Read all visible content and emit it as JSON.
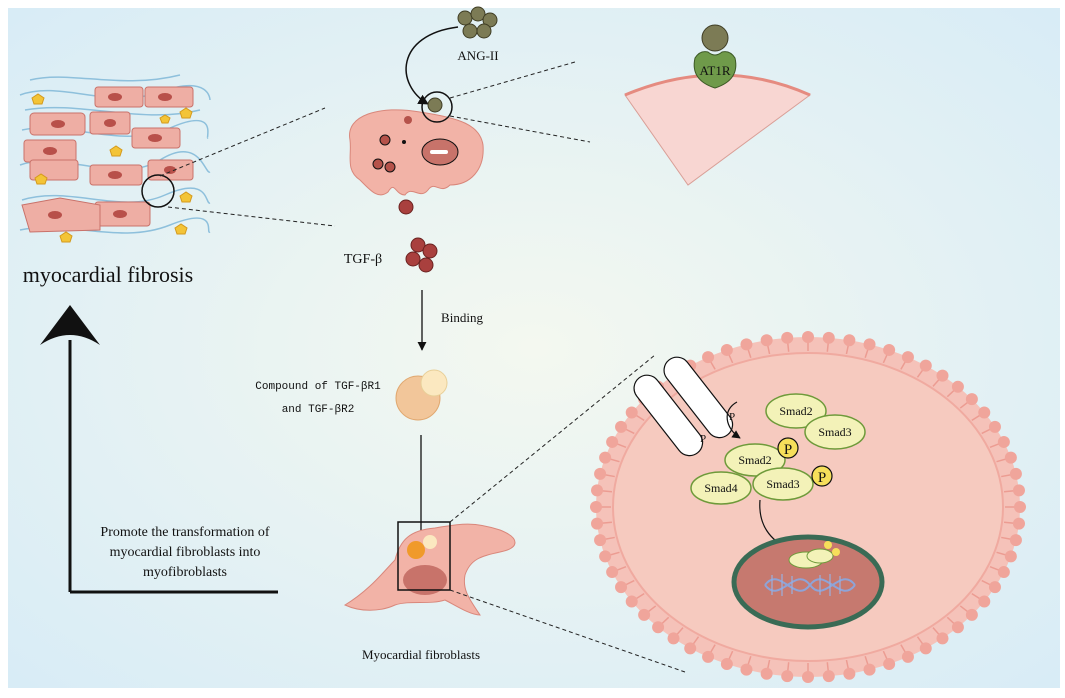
{
  "labels": {
    "angii": "ANG-II",
    "at1r": "AT1R",
    "myocardial_fibrosis": "myocardial fibrosis",
    "tgfb": "TGF-β",
    "binding": "Binding",
    "compound_line1": "Compound of TGF-βR1",
    "compound_line2": "and TGF-βR2",
    "promote_line1": "Promote the transformation of",
    "promote_line2": "myocardial fibroblasts into",
    "promote_line3": "myofibroblasts",
    "myocardial_fibroblasts": "Myocardial fibroblasts",
    "p_receptor_1": "P",
    "p_receptor_2": "P",
    "smad2_free": "Smad2",
    "smad3_free": "Smad3",
    "smad2_complex": "Smad2",
    "smad4_complex": "Smad4",
    "smad3_complex": "Smad3",
    "phospho_1": "P",
    "phospho_2": "P"
  },
  "colors": {
    "background": "#e4f1f7",
    "cell_pink": "#f2b8ac",
    "cell_dark": "#d9877b",
    "nucleus": "#c8736a",
    "angii_green": "#7c7b55",
    "at1r_green": "#6f9a4a",
    "tgf_red": "#a9403e",
    "smad_fill": "#f3f2b8",
    "smad_stroke": "#6e9a3a",
    "phospho": "#f6df5a",
    "membrane": "#f0aaa0",
    "dna_blue": "#8ea4d8"
  }
}
